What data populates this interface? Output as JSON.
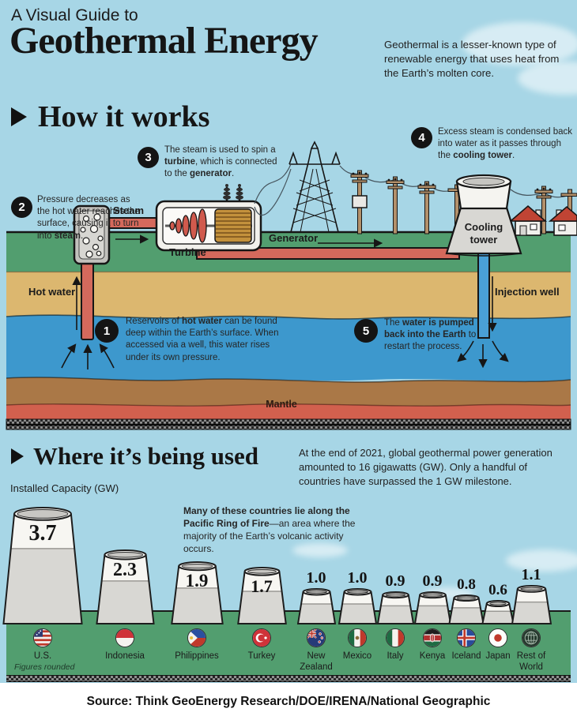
{
  "header": {
    "kicker": "A Visual Guide to",
    "title": "Geothermal Energy",
    "intro": "Geothermal is a lesser-known type of renewable energy that uses heat from the Earth’s molten core."
  },
  "how": {
    "heading": "How it works",
    "steps": [
      {
        "num": "1",
        "text": "Reservoirs of **hot water** can be found deep within the Earth’s surface. When accessed via a well, this water rises under its own pressure."
      },
      {
        "num": "2",
        "text": "Pressure decreases as the hot water reaches the surface, causing it to turn into **steam**."
      },
      {
        "num": "3",
        "text": "The steam is used to spin a **turbine**, which is connected to the **generator**."
      },
      {
        "num": "4",
        "text": "Excess steam is condensed back into water as it passes through the **cooling tower**."
      },
      {
        "num": "5",
        "text": "The **water is pumped back into the Earth** to restart the process."
      }
    ],
    "labels": {
      "steam": "Steam",
      "turbine": "Turbine",
      "generator": "Generator",
      "cooling_tower": "Cooling tower",
      "hot_water": "Hot water",
      "injection_well": "Injection well",
      "mantle": "Mantle"
    }
  },
  "where": {
    "heading": "Where it’s being used",
    "intro": "At the end of 2021, global geothermal power generation amounted to 16 gigawatts (GW). Only a handful of countries have surpassed the 1 GW milestone.",
    "axis_label": "Installed Capacity (GW)",
    "note": "**Many of these countries lie along the Pacific Ring of Fire**—an area where the majority of the Earth’s volcanic activity occurs.",
    "footnote": "Figures rounded"
  },
  "chart_data": {
    "type": "bar",
    "title": "Installed Capacity (GW)",
    "unit": "GW",
    "categories": [
      "U.S.",
      "Indonesia",
      "Philippines",
      "Turkey",
      "New Zealand",
      "Mexico",
      "Italy",
      "Kenya",
      "Iceland",
      "Japan",
      "Rest of World"
    ],
    "values": [
      3.7,
      2.3,
      1.9,
      1.7,
      1.0,
      1.0,
      0.9,
      0.9,
      0.8,
      0.6,
      1.1
    ],
    "flags": [
      "us-flag",
      "indonesia-flag",
      "philippines-flag",
      "turkey-flag",
      "new-zealand-flag",
      "mexico-flag",
      "italy-flag",
      "kenya-flag",
      "iceland-flag",
      "japan-flag",
      "globe-icon"
    ],
    "footnote": "Figures rounded"
  },
  "footer": {
    "source": "Source: Think GeoEnergy Research/DOE/IRENA/National Geographic"
  },
  "colors": {
    "sky": "#a7d6e6",
    "grass": "#529e6f",
    "sand": "#dcb76f",
    "water": "#3d98cd",
    "subsoil": "#aa7847",
    "mantle": "#d2604e",
    "pipe_red": "#d4695c",
    "pipe_blue": "#4aa0d6",
    "tower_gray": "#d8d7d3",
    "ink": "#161616"
  }
}
